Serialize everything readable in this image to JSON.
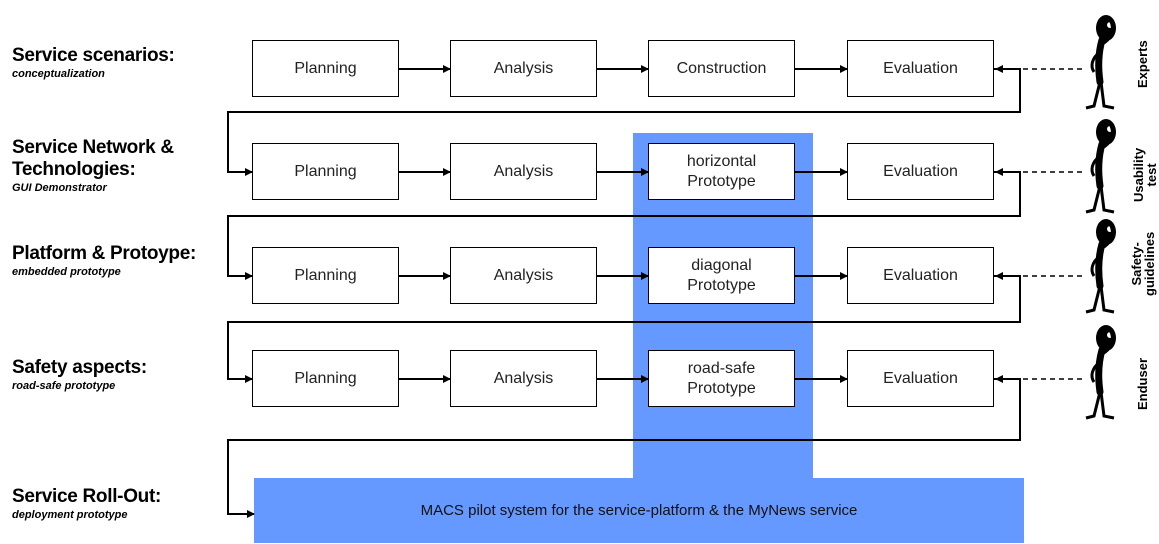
{
  "rows": [
    {
      "title": "Service scenarios:",
      "subtitle": "conceptualization",
      "steps": [
        "Planning",
        "Analysis",
        "Construction",
        "Evaluation"
      ],
      "role": [
        "Experts"
      ]
    },
    {
      "title": "Service Network &\nTechnologies:",
      "subtitle": "GUI Demonstrator",
      "steps": [
        "Planning",
        "Analysis",
        "horizontal\nPrototype",
        "Evaluation"
      ],
      "role": [
        "Usability",
        "test"
      ]
    },
    {
      "title": "Platform & Protoype:",
      "subtitle": "embedded prototype",
      "steps": [
        "Planning",
        "Analysis",
        "diagonal\nPrototype",
        "Evaluation"
      ],
      "role": [
        "Safety-",
        "guidelines"
      ]
    },
    {
      "title": "Safety aspects:",
      "subtitle": "road-safe prototype",
      "steps": [
        "Planning",
        "Analysis",
        "road-safe\nPrototype",
        "Evaluation"
      ],
      "role": [
        "Enduser"
      ]
    }
  ],
  "rollout": {
    "title": "Service Roll-Out:",
    "subtitle": "deployment prototype",
    "text": "MACS pilot system for the service-platform & the MyNews service"
  },
  "colors": {
    "highlight": "#6699ff",
    "line": "#000000"
  },
  "icons": [
    "thinking-person-icon"
  ]
}
